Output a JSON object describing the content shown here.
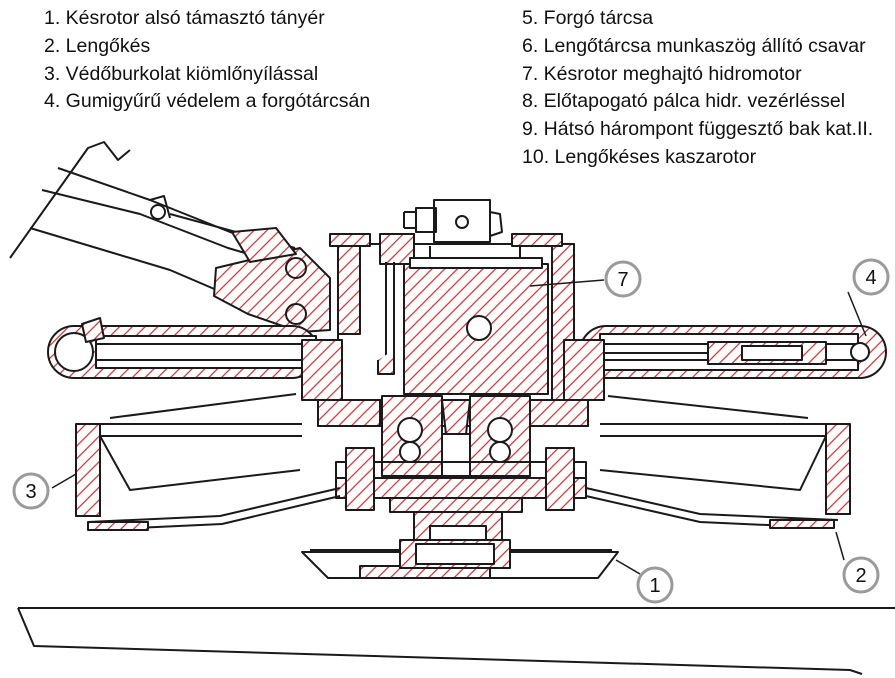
{
  "legend": {
    "left": [
      "1. Késrotor alsó támasztó tányér",
      "2. Lengőkés",
      "3. Védőburkolat kiömlőnyílással",
      "4. Gumigyűrű védelem a forgótárcsán"
    ],
    "right": [
      "5. Forgó tárcsa",
      "6. Lengőtárcsa munkaszög állító csavar",
      "7. Késrotor meghajtó hidromotor",
      "8. Előtapogató pálca hidr. vezérléssel",
      "9. Hátsó hárompont függesztő bak kat.II.",
      "10. Lengőkéses kaszarotor"
    ]
  },
  "callouts": [
    "1",
    "2",
    "3",
    "4",
    "7"
  ],
  "colors": {
    "hatch": "#d92b2b",
    "line": "#1a1a1a",
    "callout_ring": "#9a9a9a"
  }
}
